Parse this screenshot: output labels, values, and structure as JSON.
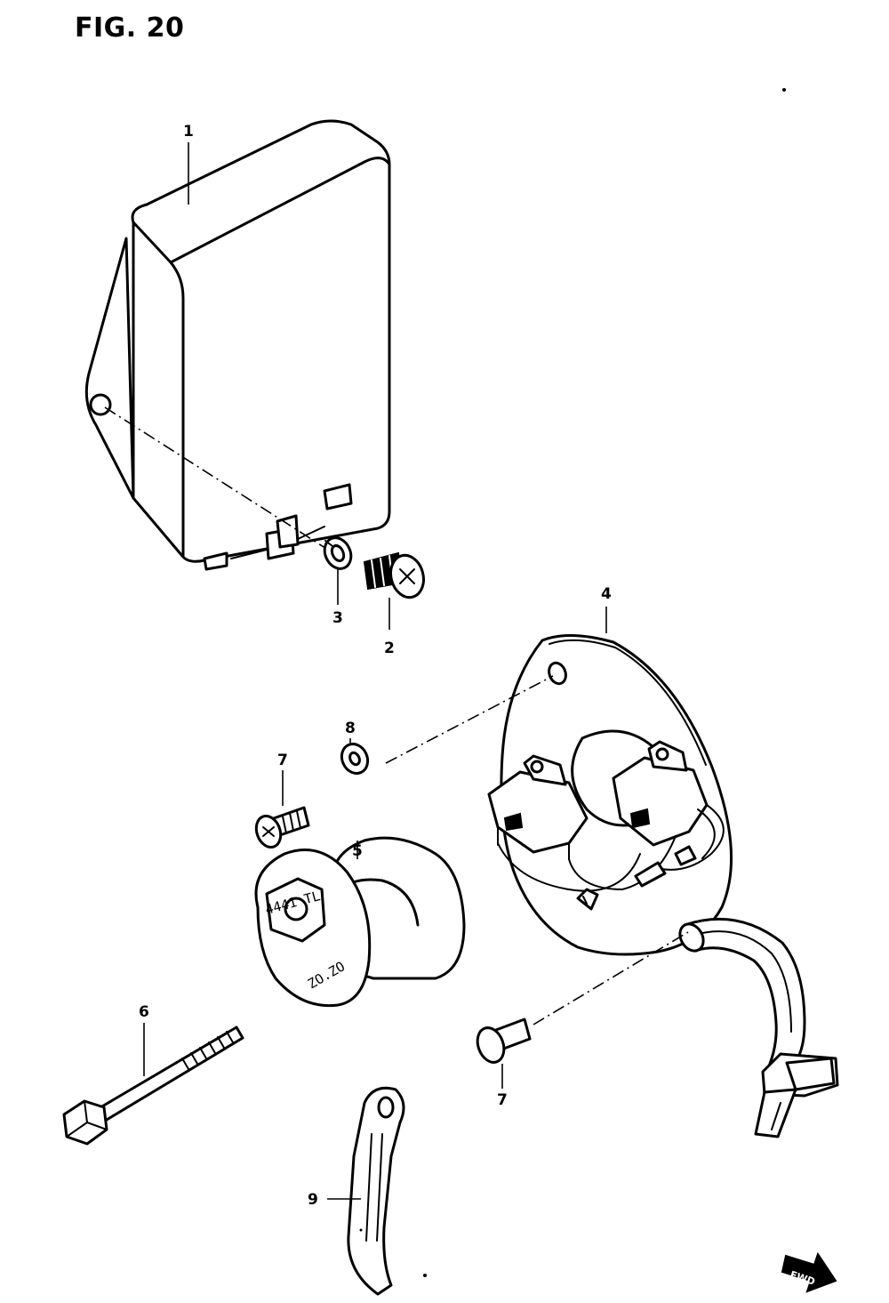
{
  "figure": {
    "title": "FIG. 20"
  },
  "callouts": [
    {
      "id": "1"
    },
    {
      "id": "2"
    },
    {
      "id": "3"
    },
    {
      "id": "4"
    },
    {
      "id": "5"
    },
    {
      "id": "6"
    },
    {
      "id": "7"
    },
    {
      "id": "7"
    },
    {
      "id": "8"
    },
    {
      "id": "9"
    }
  ],
  "markings": {
    "rotor_face": "4441 TL",
    "rotor_edge": "ZO.ZO",
    "direction_arrow": "FWD"
  }
}
